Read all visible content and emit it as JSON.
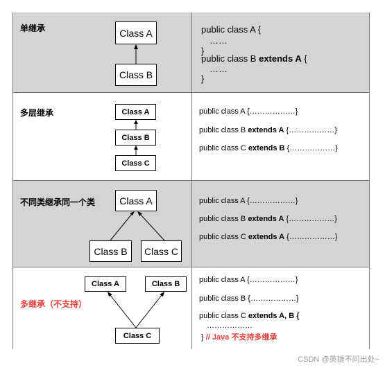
{
  "rows": [
    {
      "title": "单继承",
      "boxes": [
        "Class A",
        "Class B"
      ],
      "code": [
        {
          "pre": "public class A {",
          "kw": "",
          "post": ""
        },
        {
          "pre": "……",
          "kw": "",
          "post": ""
        },
        {
          "pre": "}",
          "kw": "",
          "post": ""
        },
        {
          "pre": "public class B ",
          "kw": "extends A",
          "post": " {"
        },
        {
          "pre": "……",
          "kw": "",
          "post": ""
        },
        {
          "pre": "}",
          "kw": "",
          "post": ""
        }
      ]
    },
    {
      "title": "多层继承",
      "boxes": [
        "Class A",
        "Class B",
        "Class C"
      ],
      "code": [
        {
          "pre": "public class A {………………}",
          "kw": "",
          "post": ""
        },
        {
          "pre": "public class B ",
          "kw": "extends A",
          "post": " {………………}"
        },
        {
          "pre": "public class C ",
          "kw": "extends B",
          "post": " {………………}"
        }
      ]
    },
    {
      "title": "不同类继承同一个类",
      "boxes": [
        "Class A",
        "Class B",
        "Class C"
      ],
      "code": [
        {
          "pre": "public class A {………………}",
          "kw": "",
          "post": ""
        },
        {
          "pre": "public class B ",
          "kw": "extends A",
          "post": " {………………}"
        },
        {
          "pre": "public class C ",
          "kw": "extends A",
          "post": " {………………}"
        }
      ]
    },
    {
      "title": "多继承（不支持）",
      "boxes": [
        "Class A",
        "Class B",
        "Class C"
      ],
      "code": [
        {
          "pre": "public class A {………………}",
          "kw": "",
          "post": ""
        },
        {
          "pre": "public class B {………………}",
          "kw": "",
          "post": ""
        },
        {
          "pre": "public class C ",
          "kw": "extends A,  B {",
          "post": ""
        },
        {
          "pre": "………………",
          "kw": "",
          "post": ""
        }
      ],
      "comment_brace": "}",
      "comment": "// Java 不支持多继承"
    }
  ],
  "watermark": "CSDN @英雄不问出处~"
}
